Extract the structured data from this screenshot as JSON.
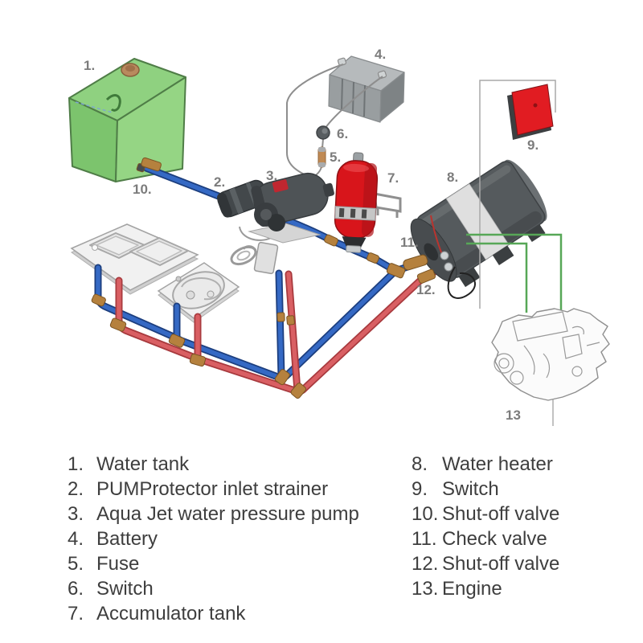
{
  "diagram": {
    "labels": {
      "l1": "1.",
      "l2": "2.",
      "l3": "3.",
      "l4": "4.",
      "l5": "5.",
      "l6": "6.",
      "l7": "7.",
      "l8": "8.",
      "l9": "9.",
      "l10": "10.",
      "l11": "11.",
      "l12": "12.",
      "l13": "13"
    },
    "colors": {
      "pipe_cold": "#3569c4",
      "pipe_hot": "#d95f63",
      "wire_green": "#57a757",
      "tank_green": "#95d584",
      "accumulator_red": "#d8151b",
      "switch_red": "#e11c22",
      "brass": "#b5813e"
    }
  },
  "legend": {
    "left": [
      {
        "num": "1.",
        "label": "Water tank"
      },
      {
        "num": "2.",
        "label": "PUMProtector inlet strainer"
      },
      {
        "num": "3.",
        "label": "Aqua Jet water pressure pump"
      },
      {
        "num": "4.",
        "label": "Battery"
      },
      {
        "num": "5.",
        "label": "Fuse"
      },
      {
        "num": "6.",
        "label": "Switch"
      },
      {
        "num": "7.",
        "label": "Accumulator tank"
      }
    ],
    "right": [
      {
        "num": "8.",
        "label": "Water heater"
      },
      {
        "num": "9.",
        "label": "Switch"
      },
      {
        "num": "10.",
        "label": "Shut-off valve"
      },
      {
        "num": "11.",
        "label": "Check valve"
      },
      {
        "num": "12.",
        "label": "Shut-off valve"
      },
      {
        "num": "13.",
        "label": "Engine"
      }
    ]
  }
}
